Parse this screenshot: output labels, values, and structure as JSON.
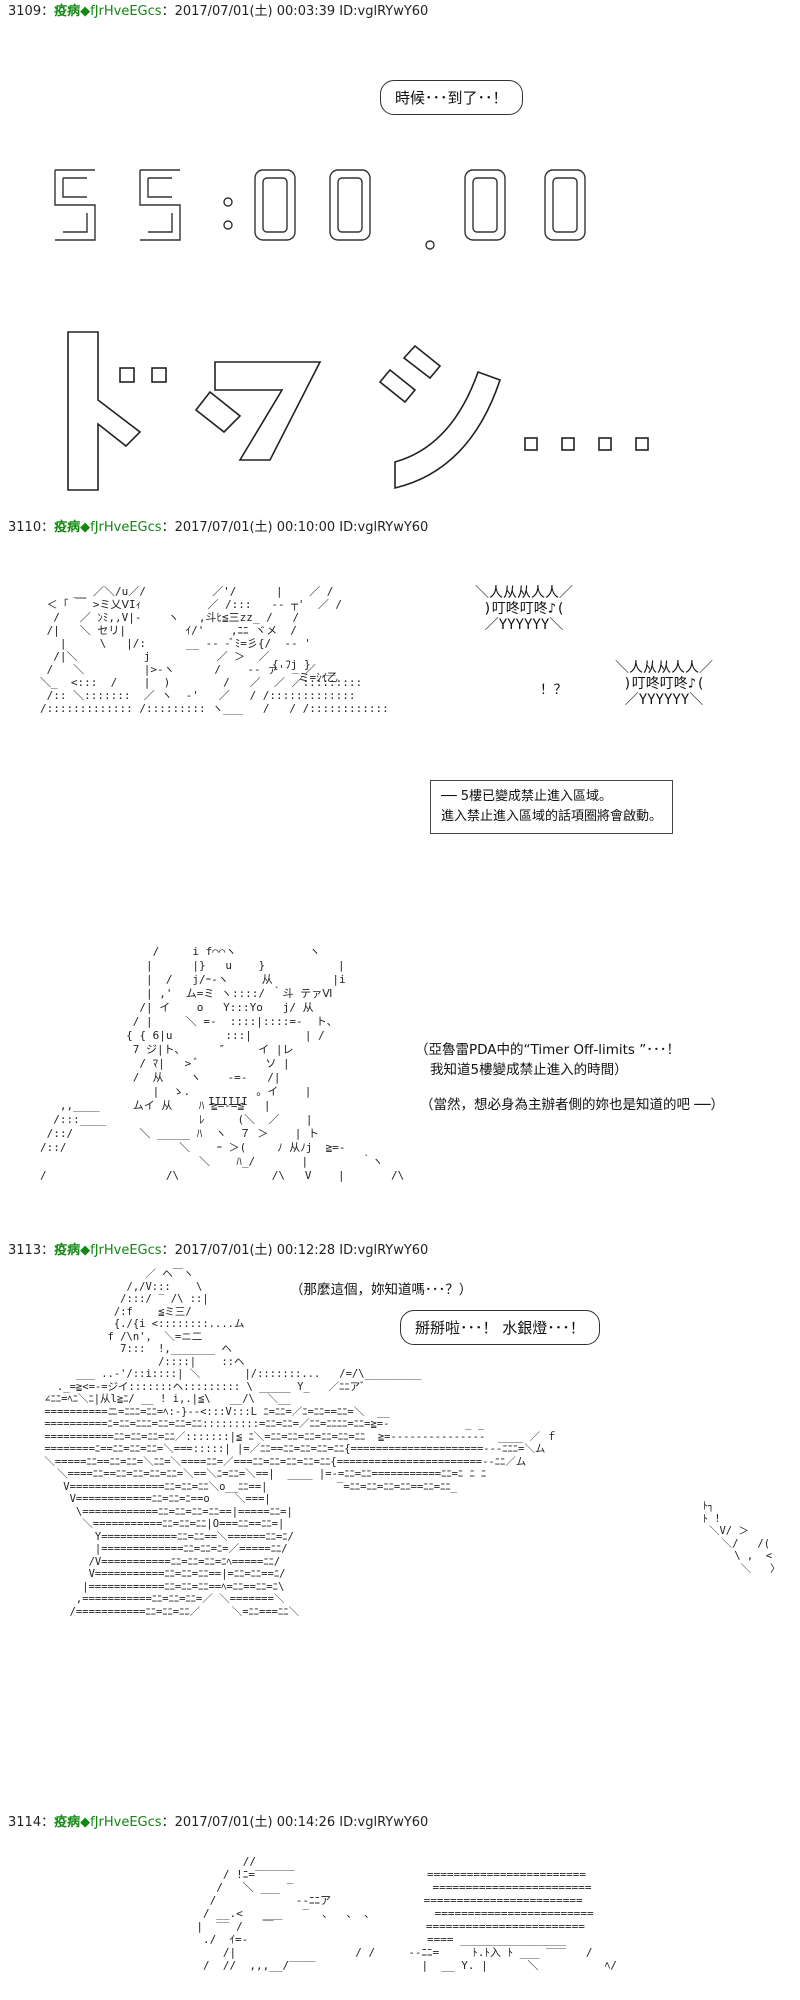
{
  "posts": [
    {
      "num": "3109",
      "sep": "：",
      "name": "疫病",
      "trip": "◆fJrHveEGcs",
      "date": "：2017/07/01(土) 00:03:39 ID:vglRYwY60"
    },
    {
      "num": "3110",
      "sep": "：",
      "name": "疫病",
      "trip": "◆fJrHveEGcs",
      "date": "：2017/07/01(土) 00:10:00 ID:vglRYwY60"
    },
    {
      "num": "3113",
      "sep": "：",
      "name": "疫病",
      "trip": "◆fJrHveEGcs",
      "date": "：2017/07/01(土) 00:12:28 ID:vglRYwY60"
    },
    {
      "num": "3114",
      "sep": "：",
      "name": "疫病",
      "trip": "◆fJrHveEGcs",
      "date": "：2017/07/01(土) 00:14:26 ID:vglRYwY60"
    }
  ],
  "p1": {
    "bubble": "時候･･･到了･･！",
    "timer": "55:00.00",
    "sound": "ドクン"
  },
  "p2": {
    "bell1": ")叮咚叮咚♪(",
    "bell2": ")叮咚叮咚♪(",
    "question": "！？",
    "announce1": "── 5樓已變成禁止進入區域。",
    "announce2": "進入禁止進入區域的話項圈將會啟動。",
    "face_text": "IIIIII"
  },
  "p3": {
    "line1": "（亞魯雷PDA中的“Timer Off-limits ”･･･！",
    "line2": "我知道5樓變成禁止進入的時間）",
    "line3": "（當然，想必身為主辦者側的妳也是知道的吧 ──）"
  },
  "p4": {
    "question": "（那麼這個，妳知道嗎･･･？）",
    "bubble": "掰掰啦･･･！ 水銀燈･･･！"
  }
}
